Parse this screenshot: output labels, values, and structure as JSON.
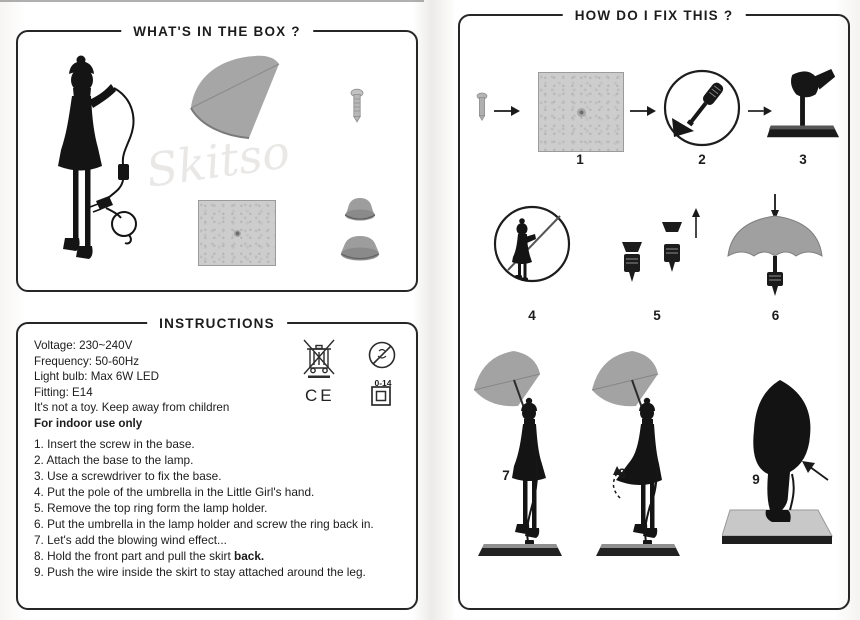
{
  "page": {
    "left": {
      "box_title": "WHAT'S IN THE BOX ?",
      "watermark": "Skitso"
    },
    "instructions": {
      "title": "INSTRUCTIONS",
      "spec_lines": [
        "Voltage: 230~240V",
        "Frequency: 50-60Hz",
        "Light bulb: Max 6W LED",
        "Fitting: E14",
        "It's not a toy. Keep away from children"
      ],
      "indoor_line": "For indoor use only",
      "age_badge": "0-14",
      "ce_mark": "CE",
      "steps": [
        "1. Insert the screw in the base.",
        "2. Attach the base to the lamp.",
        "3. Use a screwdriver to fix the base.",
        "4. Put the pole of the umbrella in the Little Girl's hand.",
        "5. Remove the top ring form the lamp holder.",
        "6. Put the umbrella in the lamp holder and screw the ring back in.",
        "7. Let's add the blowing wind effect...",
        "8. Hold the front part and pull the skirt ",
        "9. Push the wire inside the skirt to stay attached around the leg."
      ],
      "step8_bold": "back."
    },
    "fix": {
      "box_title": "HOW DO I FIX THIS ?",
      "step_numbers": [
        "1",
        "2",
        "3",
        "4",
        "5",
        "6",
        "7",
        "8",
        "9"
      ]
    }
  }
}
